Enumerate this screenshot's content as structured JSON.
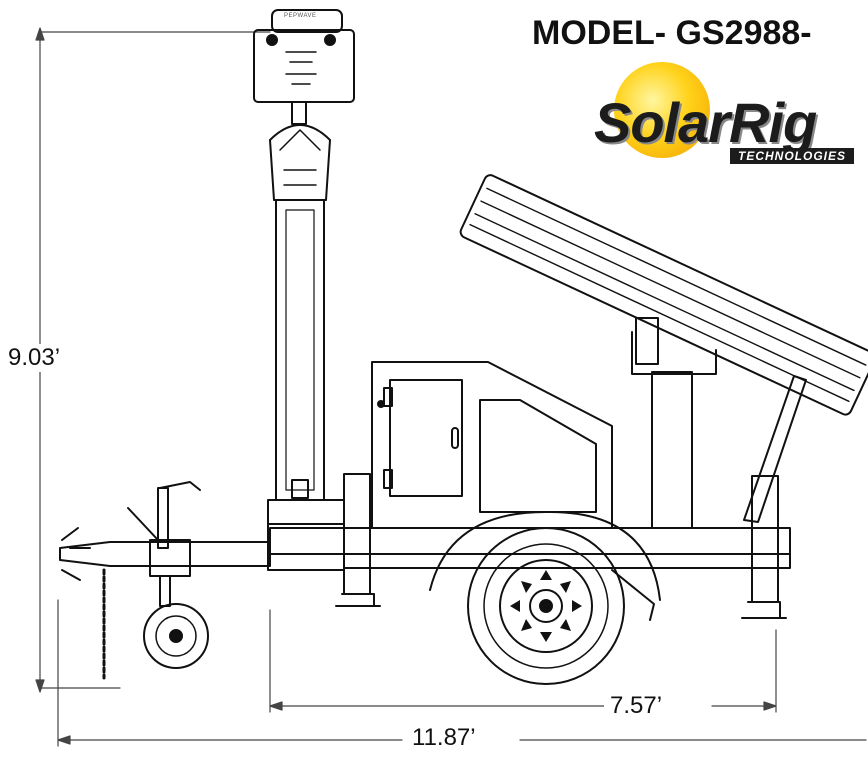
{
  "title": "MODEL- GS2988-",
  "logo": {
    "brand": "SolarRig",
    "tagline": "TECHNOLOGIES",
    "colors": {
      "sun": "#ffd21a",
      "text": "#1c1c1c"
    }
  },
  "dimensions": {
    "height": "9.03’",
    "length": "11.87’",
    "axle_to_rear": "7.57’"
  },
  "device_label": "PEPWAVE"
}
